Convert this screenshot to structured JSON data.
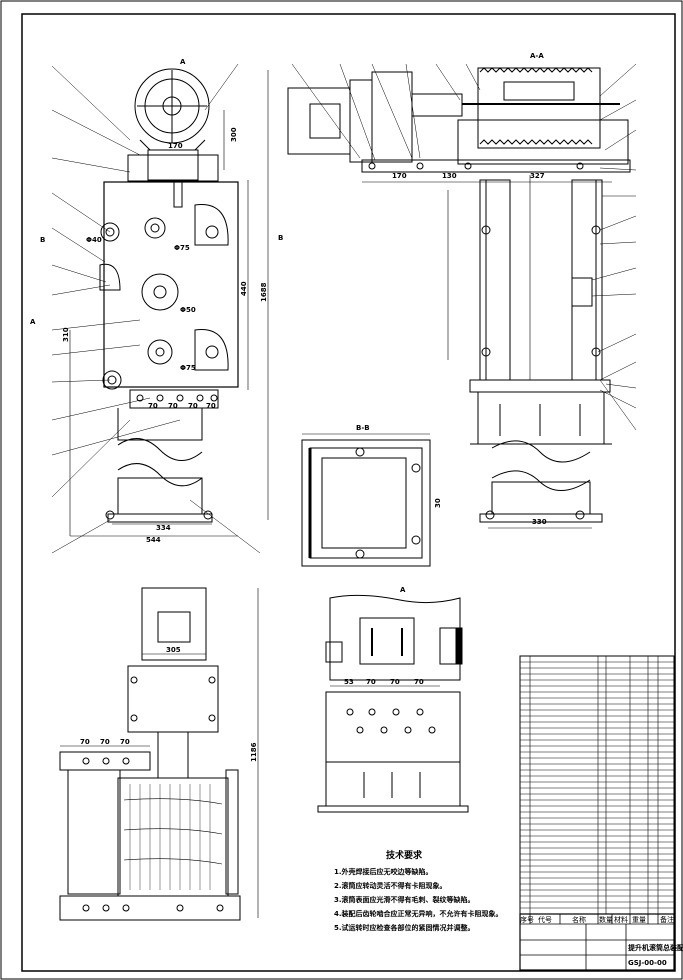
{
  "views": {
    "section_aa": "A-A",
    "section_bb": "B-B",
    "detail_a": "A",
    "marker_a": "A",
    "marker_b": "B"
  },
  "dimensions": {
    "front_top": "170",
    "front_300": "300",
    "front_75a": "Φ75",
    "front_50": "Φ50",
    "front_40": "Φ40",
    "front_75b": "Φ75",
    "front_440": "440",
    "front_1688": "1688",
    "front_310": "310",
    "front_70_1": "70",
    "front_70_2": "70",
    "front_70_3": "70",
    "front_70_4": "70",
    "front_334": "334",
    "front_544": "544",
    "side_170": "170",
    "side_130": "130",
    "side_327": "327",
    "side_330": "330",
    "bb_30": "30",
    "plan_305": "305",
    "plan_1186": "1186",
    "plan_70_1": "70",
    "plan_70_2": "70",
    "plan_70_3": "70",
    "det_53": "53",
    "det_70_1": "70",
    "det_70_2": "70",
    "det_70_3": "70"
  },
  "requirements": {
    "title": "技术要求",
    "items": [
      "1.外壳焊接后应无咬边等缺陷。",
      "2.滚筒应转动灵活不得有卡阻现象。",
      "3.滚筒表面应光滑不得有毛刺、裂纹等缺陷。",
      "4.装配后齿轮啮合应正常无异响，不允许有卡阻现象。",
      "5.试运转时应检查各部位的紧固情况并调整。"
    ]
  },
  "title_block": {
    "drawing_name": "提升机滚筒总装配图",
    "drawing_number": "GSJ-00-00",
    "col_seq": "序号",
    "col_code": "代号",
    "col_name": "名称",
    "col_qty": "数量",
    "col_material": "材料",
    "col_weight": "重量",
    "col_remark": "备注"
  }
}
